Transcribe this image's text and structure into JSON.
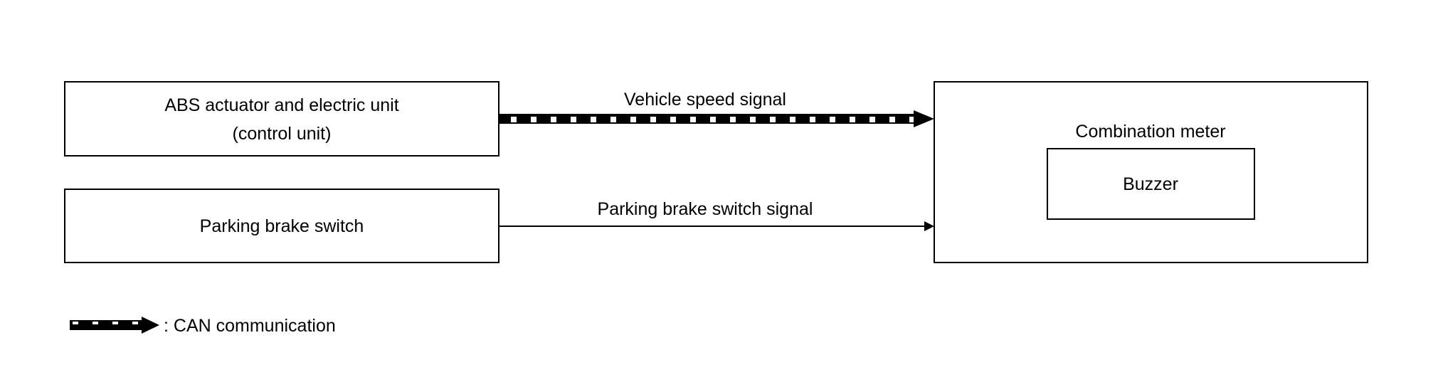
{
  "diagram": {
    "nodes": {
      "abs_unit": {
        "line1": "ABS actuator and electric unit",
        "line2": "(control unit)"
      },
      "parking_switch": {
        "label": "Parking brake switch"
      },
      "combination_meter": {
        "label": "Combination meter"
      },
      "buzzer": {
        "label": "Buzzer"
      }
    },
    "edges": {
      "vehicle_speed": {
        "label": "Vehicle speed signal",
        "type": "CAN"
      },
      "parking_signal": {
        "label": "Parking brake switch signal",
        "type": "wire"
      }
    },
    "legend": {
      "label": ": CAN communication"
    }
  }
}
